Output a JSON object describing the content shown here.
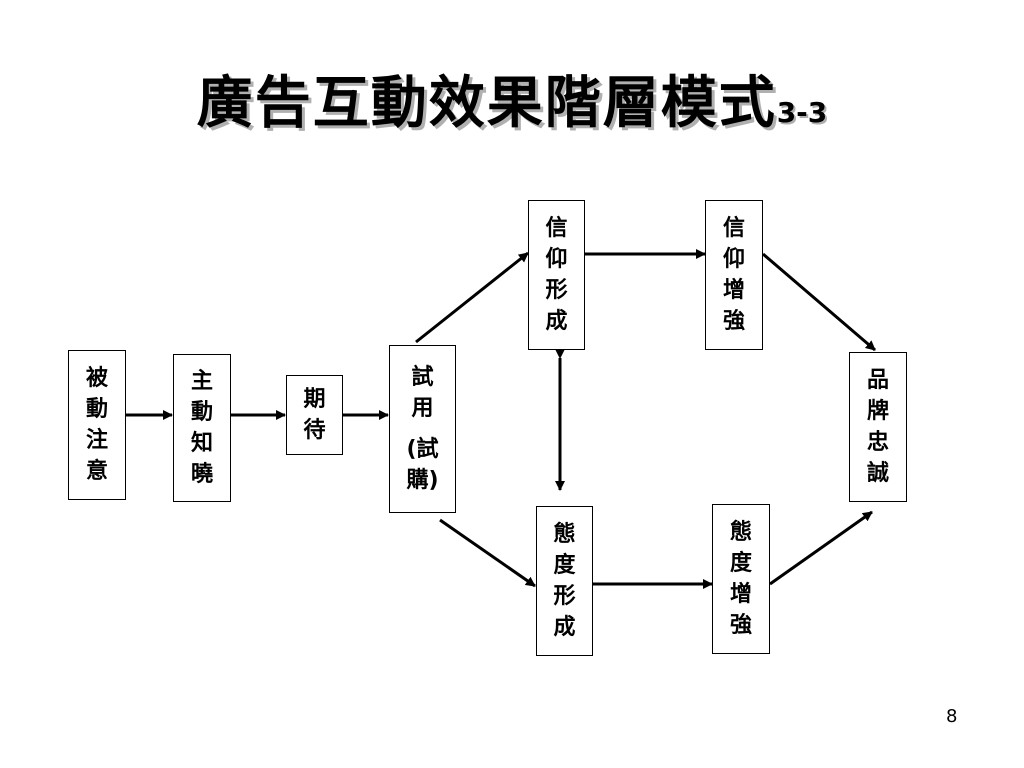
{
  "slide": {
    "title": "廣告互動效果階層模式",
    "title_suffix": "3-3",
    "page_number": "8"
  },
  "boxes": {
    "passive_attention": [
      "被",
      "動",
      "注",
      "意"
    ],
    "active_awareness": [
      "主",
      "動",
      "知",
      "曉"
    ],
    "expectation": [
      "期",
      "待"
    ],
    "trial": [
      "試",
      "用",
      "(試",
      "購)"
    ],
    "belief_formation": [
      "信",
      "仰",
      "形",
      "成"
    ],
    "belief_reinforcement": [
      "信",
      "仰",
      "增",
      "強"
    ],
    "attitude_formation": [
      "態",
      "度",
      "形",
      "成"
    ],
    "attitude_reinforcement": [
      "態",
      "度",
      "增",
      "強"
    ],
    "brand_loyalty": [
      "品",
      "牌",
      "忠",
      "誠"
    ]
  },
  "edges": [
    {
      "from": "被動注意",
      "to": "主動知曉"
    },
    {
      "from": "主動知曉",
      "to": "期待"
    },
    {
      "from": "期待",
      "to": "試用(試購)"
    },
    {
      "from": "試用(試購)",
      "to": "信仰形成"
    },
    {
      "from": "試用(試購)",
      "to": "態度形成"
    },
    {
      "from": "信仰形成",
      "to": "信仰增強"
    },
    {
      "from": "態度形成",
      "to": "態度增強"
    },
    {
      "from": "信仰增強",
      "to": "品牌忠誠"
    },
    {
      "from": "態度增強",
      "to": "品牌忠誠"
    },
    {
      "from": "信仰形成",
      "to": "態度形成",
      "bidirectional": true
    }
  ]
}
